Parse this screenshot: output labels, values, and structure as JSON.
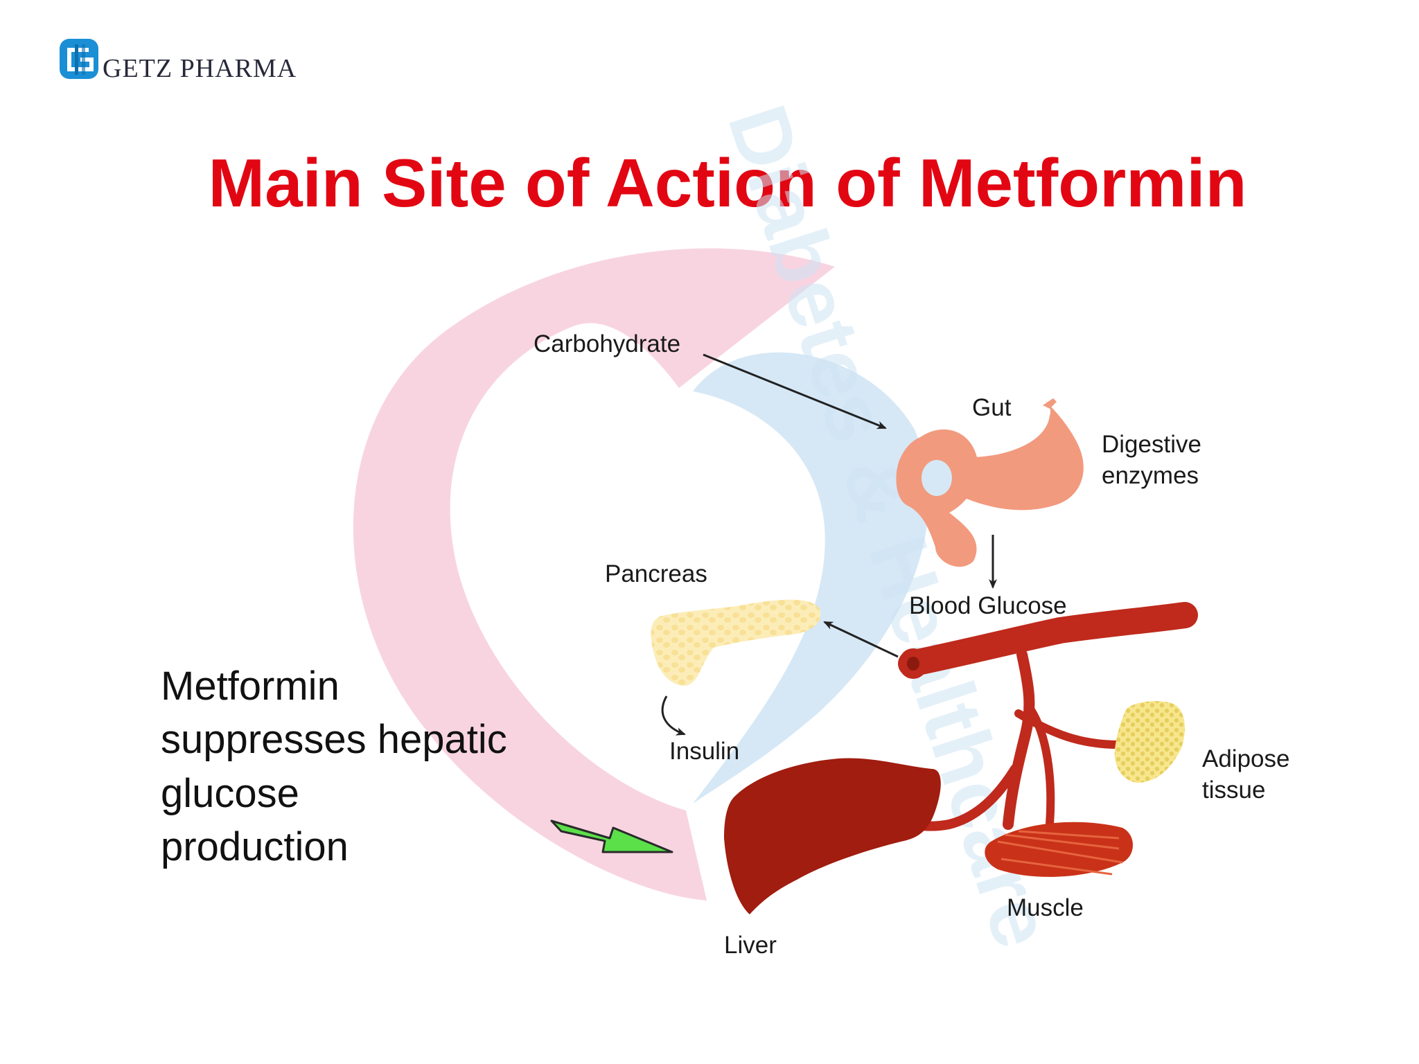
{
  "brand": {
    "logo_letter": "G",
    "name": "GETZ PHARMA",
    "colors": {
      "logo_blue": "#1a8fd6",
      "logo_dark": "#27293a"
    }
  },
  "slide": {
    "title": "Main Site of Action of Metformin",
    "title_color": "#e20613",
    "watermark": "Diabetes & Healthcare",
    "side_note": {
      "lines": [
        "Metformin",
        "suppresses hepatic",
        "glucose",
        "production"
      ]
    }
  },
  "diagram": {
    "labels": {
      "carbohydrate": "Carbohydrate",
      "gut": "Gut",
      "digestive": [
        "Digestive",
        "enzymes"
      ],
      "pancreas": "Pancreas",
      "blood_glucose": "Blood Glucose",
      "insulin": "Insulin",
      "adipose": [
        "Adipose",
        "tissue"
      ],
      "muscle": "Muscle",
      "liver": "Liver"
    },
    "colors": {
      "heart_pink": "#f8d4e1",
      "heart_blue": "#d6e8f6",
      "gut": "#f29a7e",
      "vessel": "#bf2a1c",
      "liver": "#a01d0f",
      "muscle": "#c93218",
      "pancreas": "#fbe6a3",
      "adipose": "#f0dc7a",
      "green_arrow": "#5be04a"
    }
  }
}
